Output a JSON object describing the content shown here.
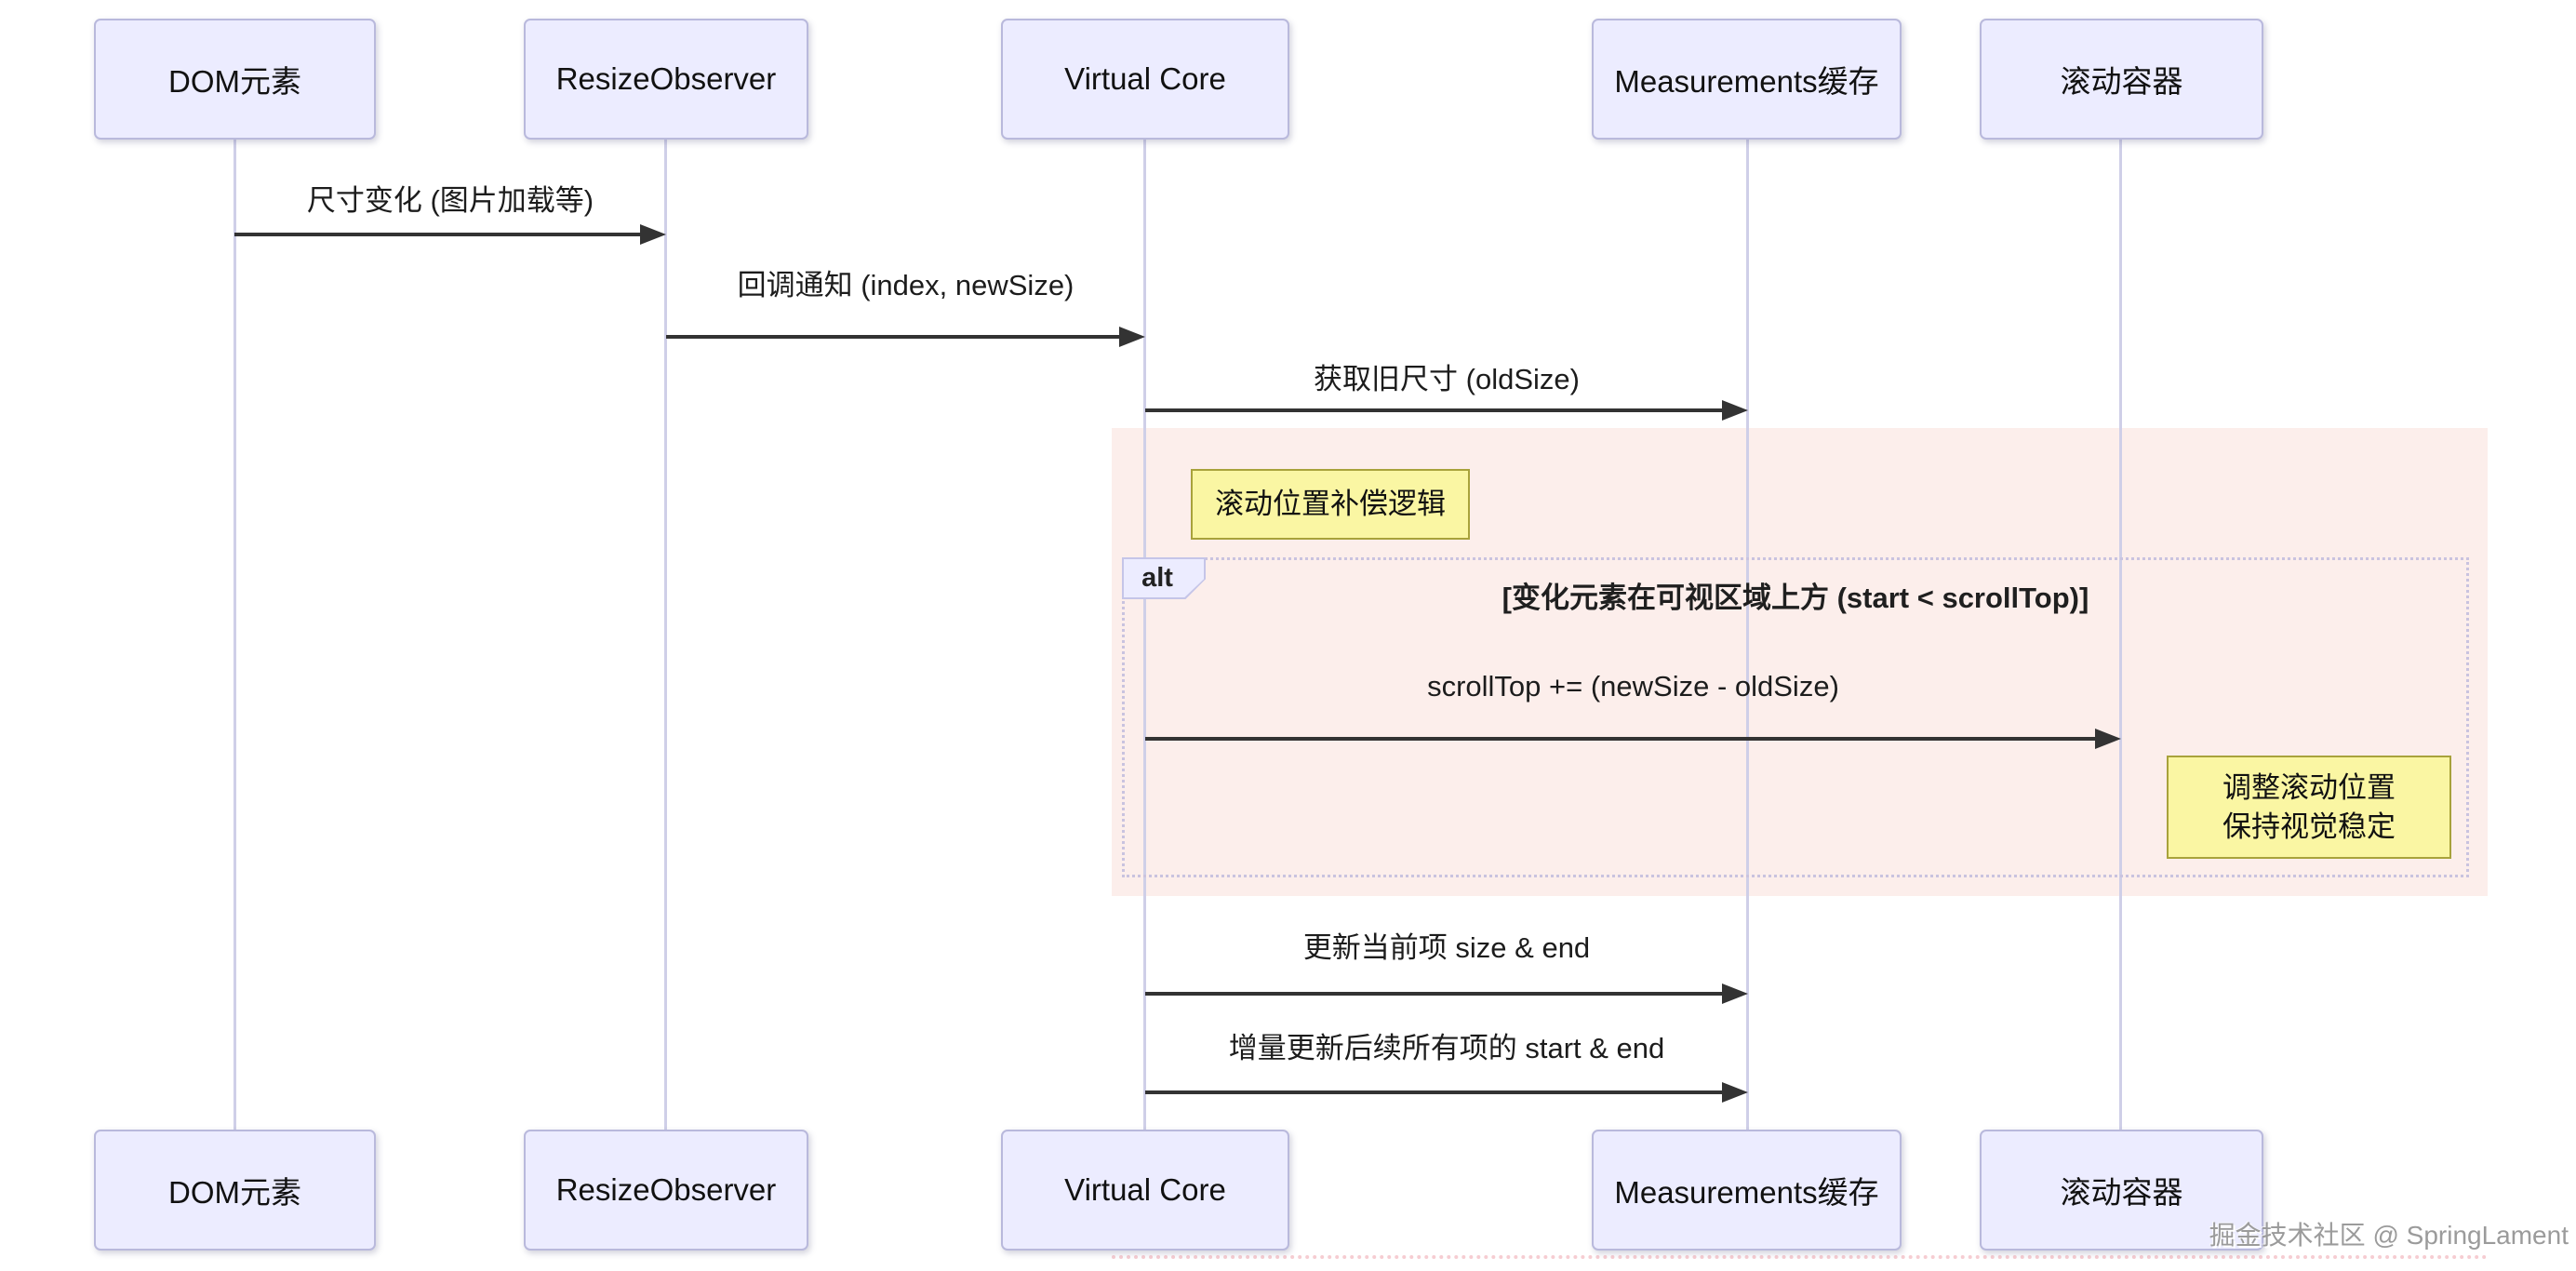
{
  "diagram": {
    "type": "sequence-diagram",
    "actors": [
      {
        "id": "dom-element",
        "label": "DOM元素"
      },
      {
        "id": "resize-observer",
        "label": "ResizeObserver"
      },
      {
        "id": "virtual-core",
        "label": "Virtual Core"
      },
      {
        "id": "measurements-cache",
        "label": "Measurements缓存"
      },
      {
        "id": "scroll-container",
        "label": "滚动容器"
      }
    ],
    "messages": [
      {
        "from": "DOM元素",
        "to": "ResizeObserver",
        "label": "尺寸变化 (图片加载等)"
      },
      {
        "from": "ResizeObserver",
        "to": "Virtual Core",
        "label": "回调通知 (index, newSize)"
      },
      {
        "from": "Virtual Core",
        "to": "Measurements缓存",
        "label": "获取旧尺寸 (oldSize)"
      },
      {
        "from": "Virtual Core",
        "to": "滚动容器",
        "label": "scrollTop += (newSize - oldSize)"
      },
      {
        "from": "Virtual Core",
        "to": "Measurements缓存",
        "label": "更新当前项 size & end"
      },
      {
        "from": "Virtual Core",
        "to": "Measurements缓存",
        "label": "增量更新后续所有项的 start & end"
      }
    ],
    "notes": [
      {
        "id": "scroll-compensation",
        "label": "滚动位置补偿逻辑"
      },
      {
        "id": "adjust-scroll",
        "lines": [
          "调整滚动位置",
          "保持视觉稳定"
        ]
      }
    ],
    "alt_frame": {
      "label": "alt",
      "condition": "[变化元素在可视区域上方 (start < scrollTop)]"
    },
    "colors": {
      "actor_fill": "#ECECFF",
      "actor_border": "#B9B9DC",
      "lifeline": "#CFCFE8",
      "arrow": "#333333",
      "highlight_rect": "#FCEEEB",
      "note_fill": "#FAF6A3",
      "note_border": "#A8A23B",
      "alt_frame_border": "#C9C3DF"
    }
  },
  "watermark": "掘金技术社区 @ SpringLament"
}
